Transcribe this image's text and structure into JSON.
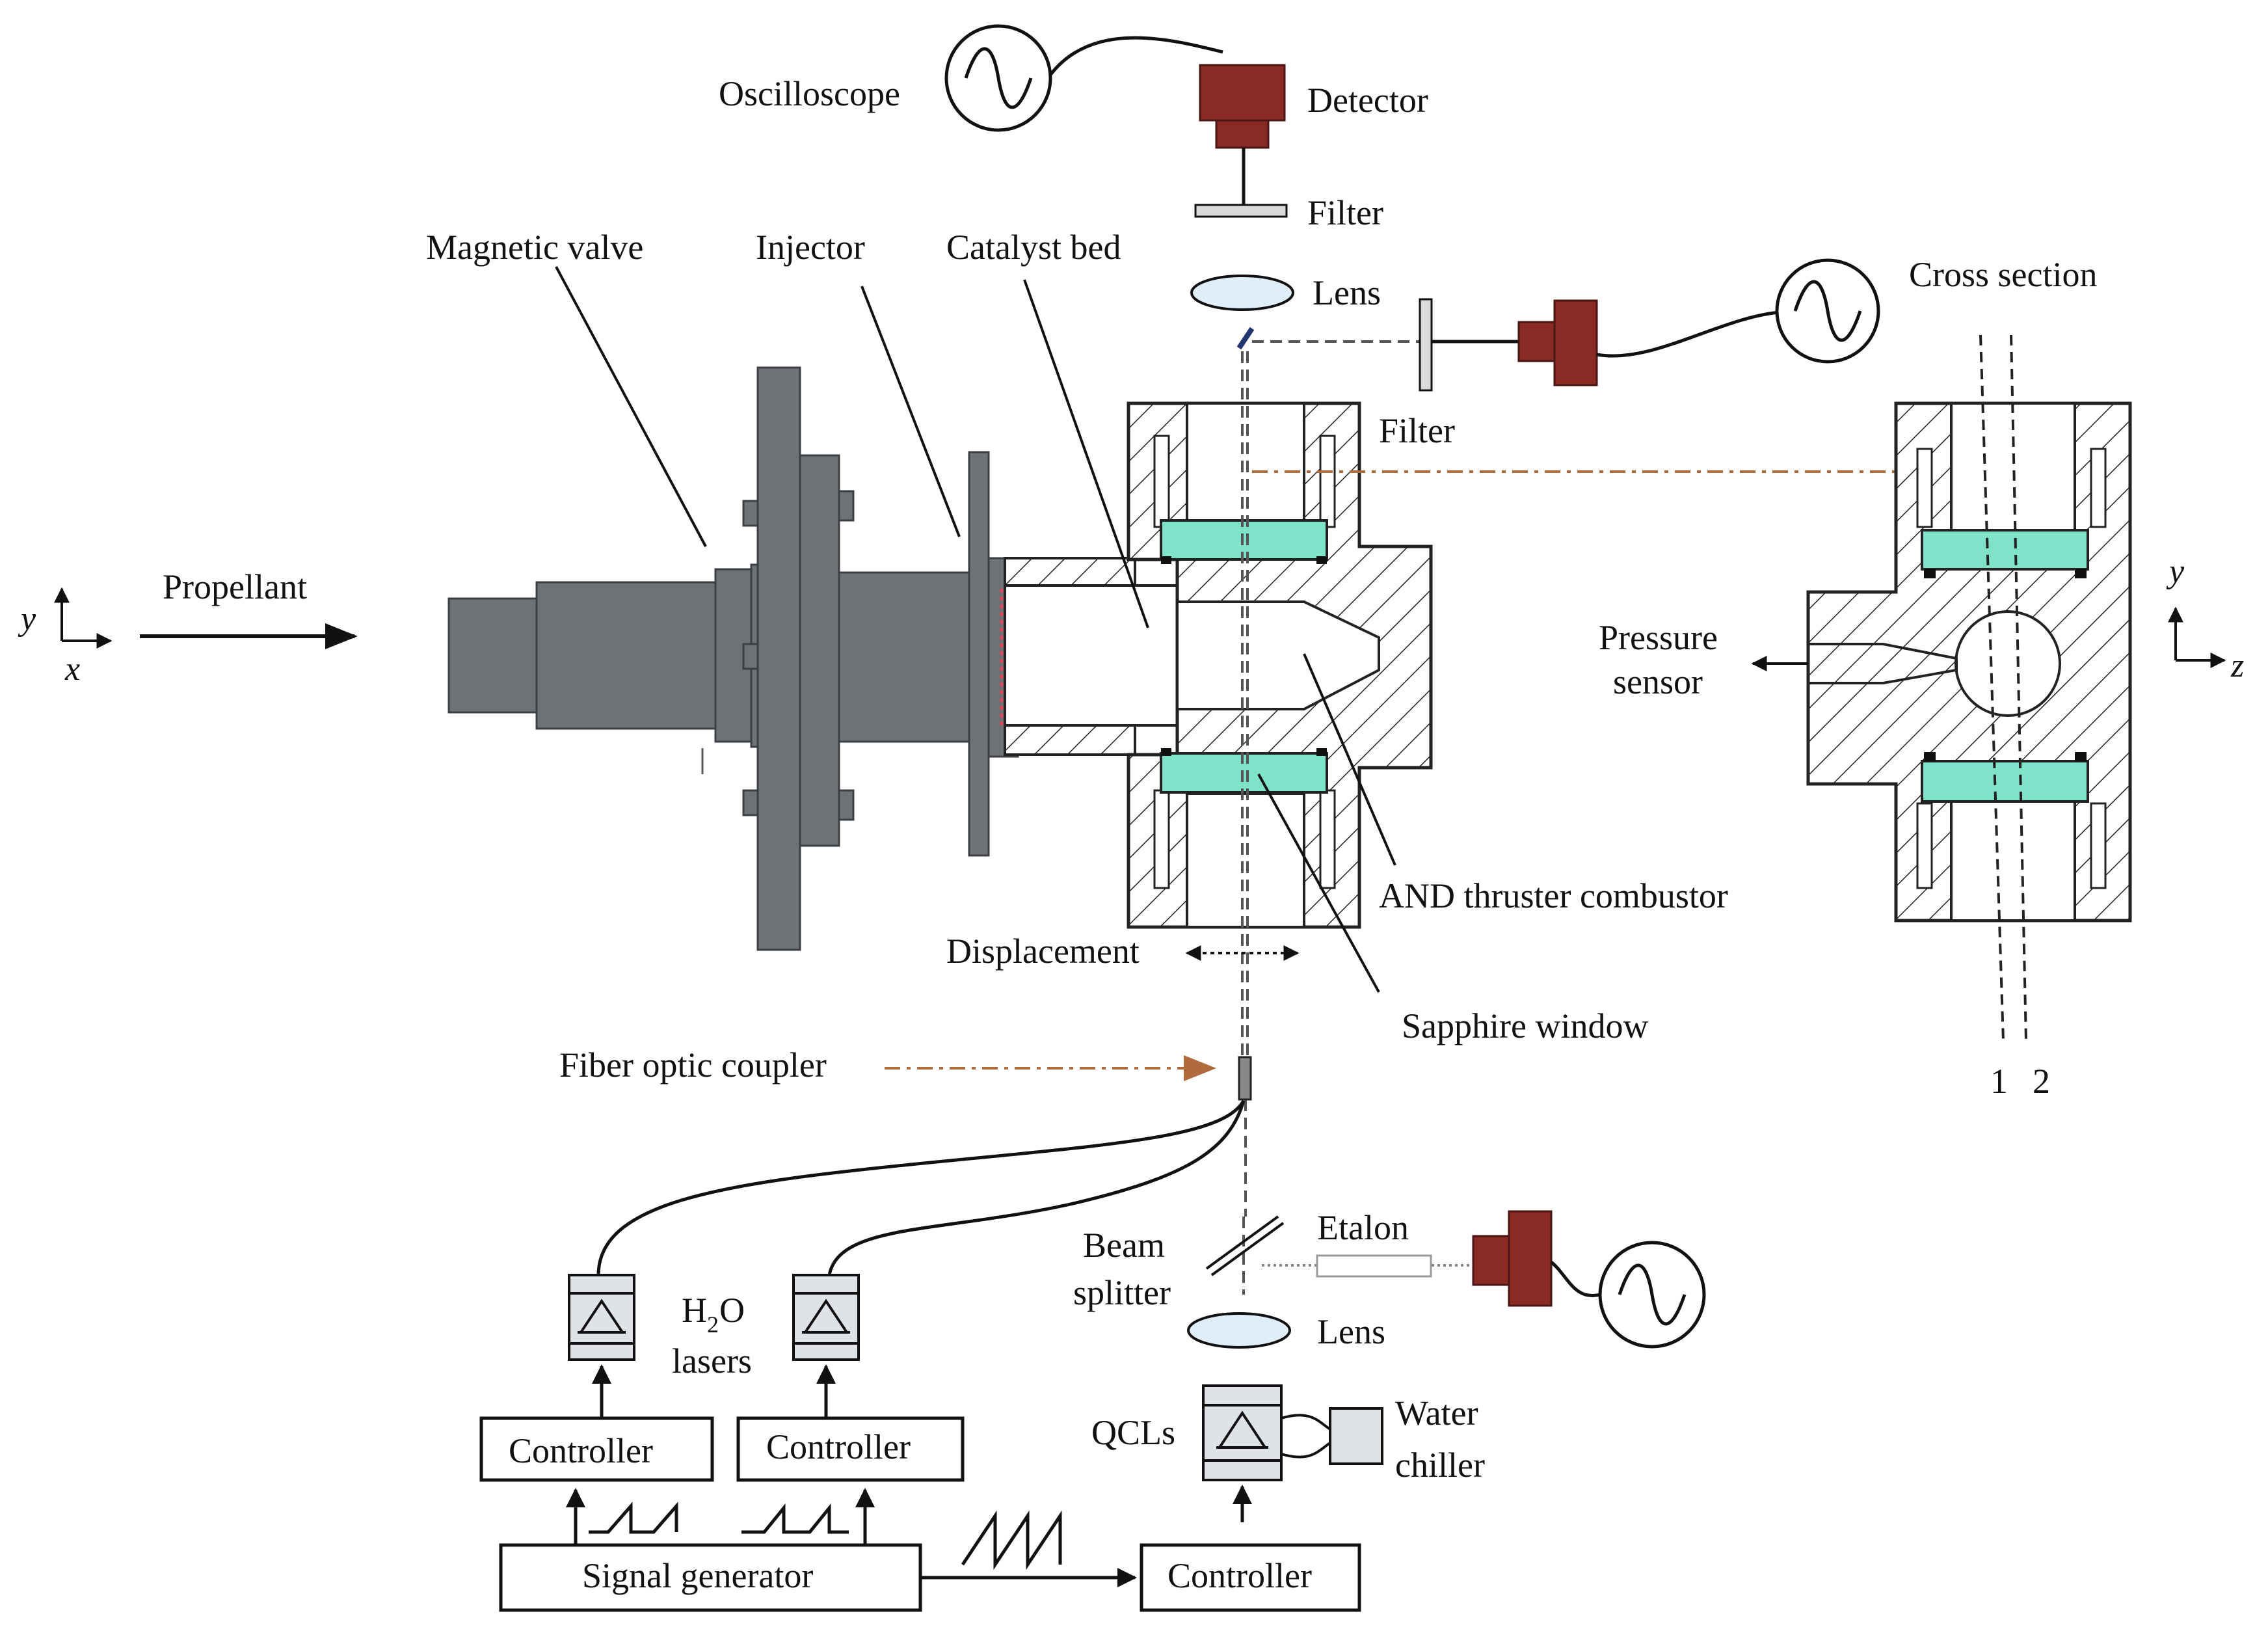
{
  "labels": {
    "oscilloscope": "Oscilloscope",
    "detector": "Detector",
    "filter_top": "Filter",
    "lens_top": "Lens",
    "filter_side": "Filter",
    "cross_section": "Cross section",
    "magnetic_valve": "Magnetic valve",
    "injector": "Injector",
    "catalyst_bed": "Catalyst bed",
    "propellant": "Propellant",
    "pressure_sensor_line1": "Pressure",
    "pressure_sensor_line2": "sensor",
    "and_thruster_combustor": "AND thruster combustor",
    "displacement": "Displacement",
    "sapphire_window": "Sapphire window",
    "fiber_optic_coupler": "Fiber optic coupler",
    "beam_splitter_line1": "Beam",
    "beam_splitter_line2": "splitter",
    "etalon": "Etalon",
    "lens_bottom": "Lens",
    "h2o_h": "H",
    "h2o_sub": "2",
    "h2o_o": "O",
    "lasers": "lasers",
    "qcls": "QCLs",
    "water_chiller_line1": "Water",
    "water_chiller_line2": "chiller",
    "controller_1": "Controller",
    "controller_2": "Controller",
    "controller_3": "Controller",
    "signal_generator": "Signal generator",
    "beam_1": "1",
    "beam_2": "2"
  },
  "axes_left": {
    "y": "y",
    "x": "x"
  },
  "axes_right": {
    "y": "y",
    "z": "z"
  },
  "colors": {
    "hardware_gray": "#6e7277",
    "detector_red": "#8a2a25",
    "sapphire_teal": "#7fe3c9",
    "arrow_orange": "#b06a3b",
    "catalyst_dots": "#e0475a",
    "line": "#111111"
  }
}
